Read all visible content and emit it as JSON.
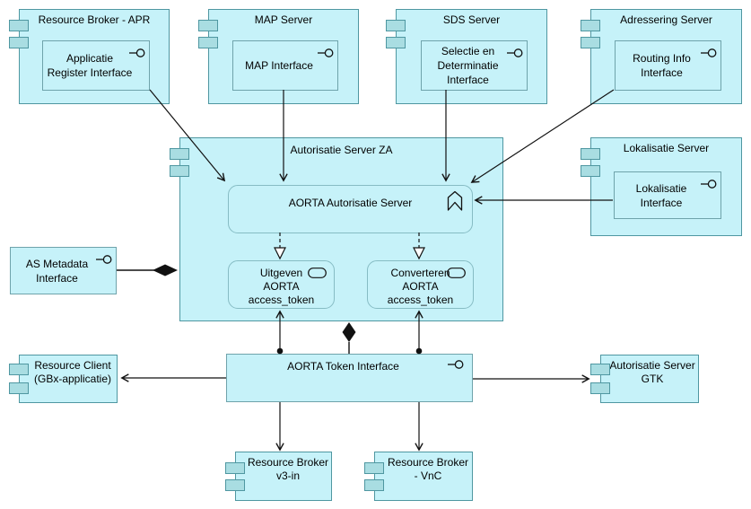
{
  "diagram": {
    "kind": "archimate-application-structure",
    "colors": {
      "node_fill": "#c6f2f9",
      "component_icon_fill": "#a9dde2",
      "node_border": "#4f97a1",
      "rounded_border": "#86bcc4",
      "connector": "#111111",
      "background": "#ffffff"
    }
  },
  "nodes": {
    "rb_apr": {
      "title": "Resource Broker - APR",
      "interface": "Applicatie Register Interface"
    },
    "map_server": {
      "title": "MAP Server",
      "interface": "MAP Interface"
    },
    "sds_server": {
      "title": "SDS Server",
      "interface": "Selectie en Determinatie Interface"
    },
    "adressering_server": {
      "title": "Adressering Server",
      "interface": "Routing Info Interface"
    },
    "autorisatie_server_za": {
      "title": "Autorisatie Server ZA"
    },
    "aorta_autorisatie_server": {
      "title": "AORTA Autorisatie Server"
    },
    "uitgeven": {
      "title": "Uitgeven AORTA access_token"
    },
    "converteren": {
      "title": "Converteren AORTA access_token"
    },
    "lokalisatie_server": {
      "title": "Lokalisatie Server",
      "interface": "Lokalisatie Interface"
    },
    "as_metadata": {
      "title": "AS Metadata Interface"
    },
    "token_interface": {
      "title": "AORTA Token Interface"
    },
    "resource_client": {
      "title": "Resource Client (GBx-applicatie)"
    },
    "autorisatie_server_gtk": {
      "title": "Autorisatie Server GTK"
    },
    "rb_v3in": {
      "title": "Resource Broker v3-in"
    },
    "rb_vnc": {
      "title": "Resource Broker - VnC"
    }
  },
  "edges": [
    {
      "from": "Applicatie Register Interface",
      "to": "AORTA Autorisatie Server",
      "type": "arrow"
    },
    {
      "from": "MAP Interface",
      "to": "AORTA Autorisatie Server",
      "type": "arrow"
    },
    {
      "from": "Selectie en Determinatie Interface",
      "to": "AORTA Autorisatie Server",
      "type": "arrow"
    },
    {
      "from": "Routing Info Interface",
      "to": "AORTA Autorisatie Server",
      "type": "arrow"
    },
    {
      "from": "Lokalisatie Interface",
      "to": "AORTA Autorisatie Server",
      "type": "arrow"
    },
    {
      "from": "AS Metadata Interface",
      "to": "Autorisatie Server ZA",
      "type": "composition"
    },
    {
      "from": "AORTA Autorisatie Server",
      "to": "Uitgeven AORTA access_token",
      "type": "realization"
    },
    {
      "from": "AORTA Autorisatie Server",
      "to": "Converteren AORTA access_token",
      "type": "realization"
    },
    {
      "from": "AORTA Token Interface",
      "to": "Uitgeven AORTA access_token",
      "type": "assignment"
    },
    {
      "from": "AORTA Token Interface",
      "to": "Converteren AORTA access_token",
      "type": "assignment"
    },
    {
      "from": "AORTA Token Interface",
      "to": "Autorisatie Server ZA",
      "type": "composition"
    },
    {
      "from": "AORTA Token Interface",
      "to": "Resource Client (GBx-applicatie)",
      "type": "arrow"
    },
    {
      "from": "AORTA Token Interface",
      "to": "Autorisatie Server GTK",
      "type": "arrow"
    },
    {
      "from": "AORTA Token Interface",
      "to": "Resource Broker v3-in",
      "type": "arrow"
    },
    {
      "from": "AORTA Token Interface",
      "to": "Resource Broker - VnC",
      "type": "arrow"
    }
  ]
}
